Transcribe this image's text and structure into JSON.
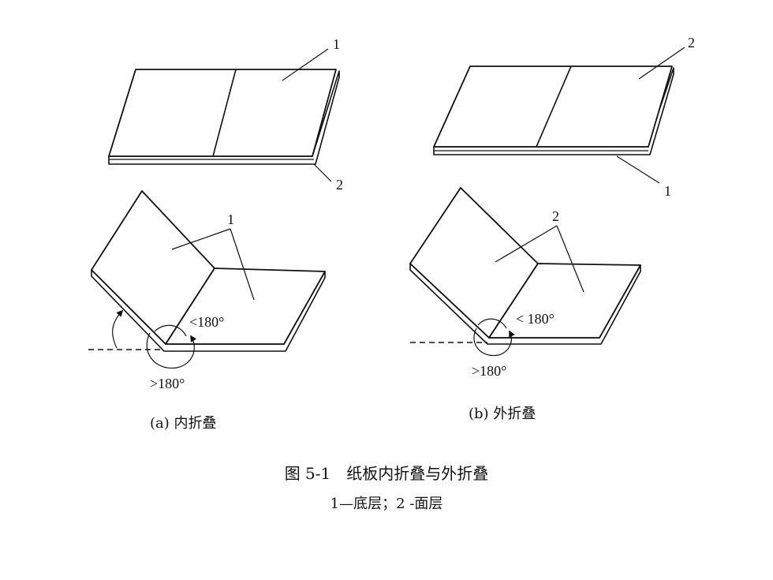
{
  "panel_a": {
    "flat_top_label": "1",
    "flat_bottom_label": "2",
    "folded_label": "1",
    "angle_inner": "<180°",
    "angle_outer": ">180°",
    "caption": "(a) 内折叠"
  },
  "panel_b": {
    "flat_top_label": "2",
    "flat_bottom_label": "1",
    "folded_label": "2",
    "angle_inner": "< 180°",
    "angle_outer": ">180°",
    "caption": "(b) 外折叠"
  },
  "figure": {
    "title": "图 5-1　纸板内折叠与外折叠",
    "legend": "1—底层；2 -面层"
  }
}
